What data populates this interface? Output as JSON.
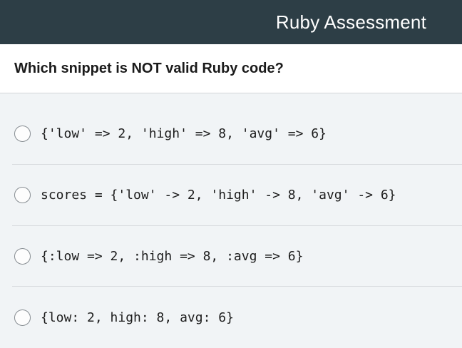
{
  "header": {
    "title": "Ruby Assessment"
  },
  "question": {
    "text": "Which snippet is NOT valid Ruby code?"
  },
  "options": [
    {
      "code": "{'low' => 2, 'high' => 8, 'avg' => 6}"
    },
    {
      "code": "scores = {'low' -> 2, 'high' -> 8, 'avg' -> 6}"
    },
    {
      "code": "{:low => 2, :high => 8, :avg => 6}"
    },
    {
      "code": "{low: 2, high: 8, avg: 6}"
    }
  ],
  "colors": {
    "header_bg": "#2d3e46",
    "header_text": "#ffffff",
    "question_bg": "#ffffff",
    "options_bg": "#f1f4f6",
    "divider": "#d8dbde",
    "radio_border": "#878d92",
    "code_text": "#1c1c1c"
  }
}
